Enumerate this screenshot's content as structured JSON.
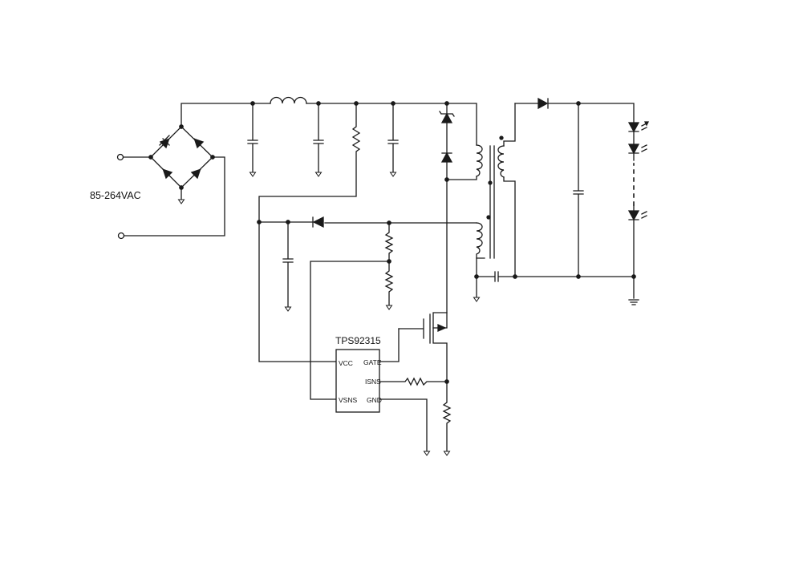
{
  "input_label": "85-264VAC",
  "controller": {
    "part_number": "TPS92315",
    "pins": {
      "vcc": "VCC",
      "vsns": "VSNS",
      "gate": "GATE",
      "isns": "ISNS",
      "gnd": "GND"
    }
  },
  "colors": {
    "wire": "#1a1a1a",
    "background": "#ffffff"
  }
}
